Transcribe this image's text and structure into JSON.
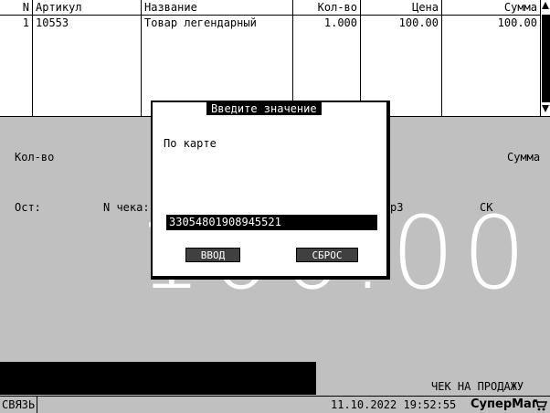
{
  "table": {
    "headers": {
      "n": "N",
      "article": "Артикул",
      "name": "Название",
      "qty": "Кол-во",
      "price": "Цена",
      "sum": "Сумма"
    },
    "rows": [
      {
        "n": "1",
        "article": "10553",
        "name": "Товар легендарный",
        "qty": "1.000",
        "price": "100.00",
        "sum": "100.00"
      }
    ]
  },
  "info": {
    "qty_label": "Кол-во",
    "sum_label": "Сумма",
    "ost_label": "Ост:",
    "check_label": "N чека:",
    "partial_label": "р3",
    "sk_label": "СК",
    "big_sum": "100.00"
  },
  "status": {
    "mode": "ЧЕК НА ПРОДАЖУ",
    "connection": "СВЯЗЬ",
    "datetime": "11.10.2022 19:52:55",
    "brand": "СуперМаг"
  },
  "dialog": {
    "title": "Введите значение",
    "prompt": "По карте",
    "input_value": "33054801908945521",
    "ok_label": "ВВОД",
    "reset_label": "СБРОС"
  },
  "icons": {
    "cart": "cart-icon",
    "scroll_up": "arrow-up-icon",
    "scroll_down": "arrow-down-icon"
  }
}
